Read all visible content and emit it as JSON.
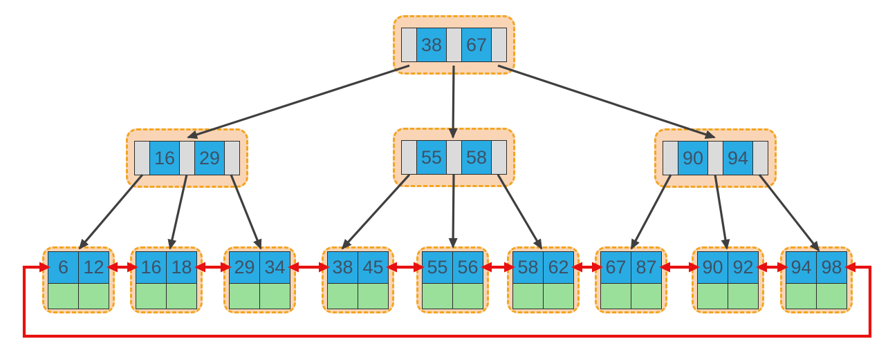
{
  "diagram": {
    "kind": "b-plus-tree",
    "tree": {
      "root": {
        "keys": [
          "38",
          "67"
        ]
      },
      "internal": [
        {
          "keys": [
            "16",
            "29"
          ]
        },
        {
          "keys": [
            "55",
            "58"
          ]
        },
        {
          "keys": [
            "90",
            "94"
          ]
        }
      ],
      "leaves": [
        {
          "keys": [
            "6",
            "12"
          ]
        },
        {
          "keys": [
            "16",
            "18"
          ]
        },
        {
          "keys": [
            "29",
            "34"
          ]
        },
        {
          "keys": [
            "38",
            "45"
          ]
        },
        {
          "keys": [
            "55",
            "56"
          ]
        },
        {
          "keys": [
            "58",
            "62"
          ]
        },
        {
          "keys": [
            "67",
            "87"
          ]
        },
        {
          "keys": [
            "90",
            "92"
          ]
        },
        {
          "keys": [
            "94",
            "98"
          ]
        }
      ]
    },
    "colors": {
      "key_cell_fill": "#29ACE4",
      "pointer_cell_fill": "#DBDBDB",
      "data_cell_fill": "#9ADF9A",
      "node_fill": "#FAD5B5",
      "node_border": "#F2A51F",
      "tree_edge": "#3F3F3F",
      "leaf_link": "#E81010",
      "key_text": "#3D5166"
    }
  }
}
